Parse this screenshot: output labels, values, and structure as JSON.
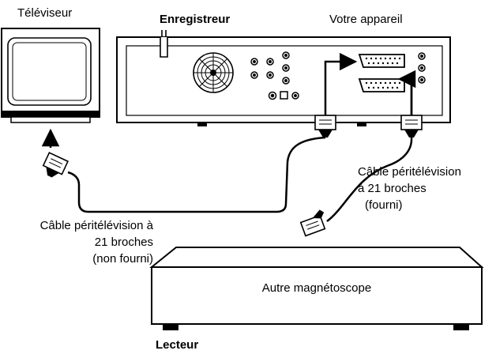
{
  "labels": {
    "tv": "Téléviseur",
    "recorder": "Enregistreur",
    "your_device": "Votre appareil",
    "cable_right_line1": "Câble péritélévision",
    "cable_right_line2": "à 21 broches",
    "cable_right_line3": "(fourni)",
    "cable_left_line1": "Câble péritélévision à",
    "cable_left_line2": "21 broches",
    "cable_left_line3": "(non fourni)",
    "vcr": "Autre magnétoscope",
    "player": "Lecteur"
  }
}
